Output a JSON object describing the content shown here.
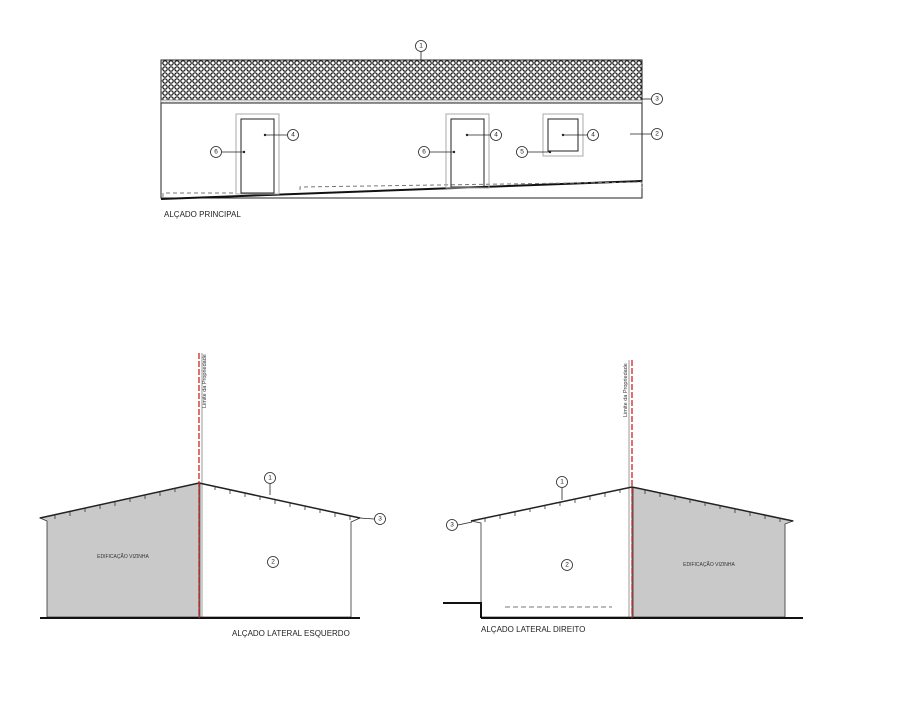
{
  "views": {
    "front": {
      "title": "ALÇADO PRINCIPAL"
    },
    "left": {
      "title": "ALÇADO LATERAL ESQUERDO",
      "neighbor": "EDIFICAÇÃO VIZINHA",
      "boundary": "Limite da Propriedade"
    },
    "right": {
      "title": "ALÇADO LATERAL DIREITO",
      "neighbor": "EDIFICAÇÃO VIZINHA",
      "boundary": "Limite da Propriedade"
    }
  },
  "markers": {
    "m1": "1",
    "m2": "2",
    "m3": "3",
    "m4": "4",
    "m5": "5",
    "m6": "6"
  },
  "colors": {
    "boundary": "#d42020",
    "neighbor_fill": "#c9c9c9",
    "line": "#222222"
  }
}
